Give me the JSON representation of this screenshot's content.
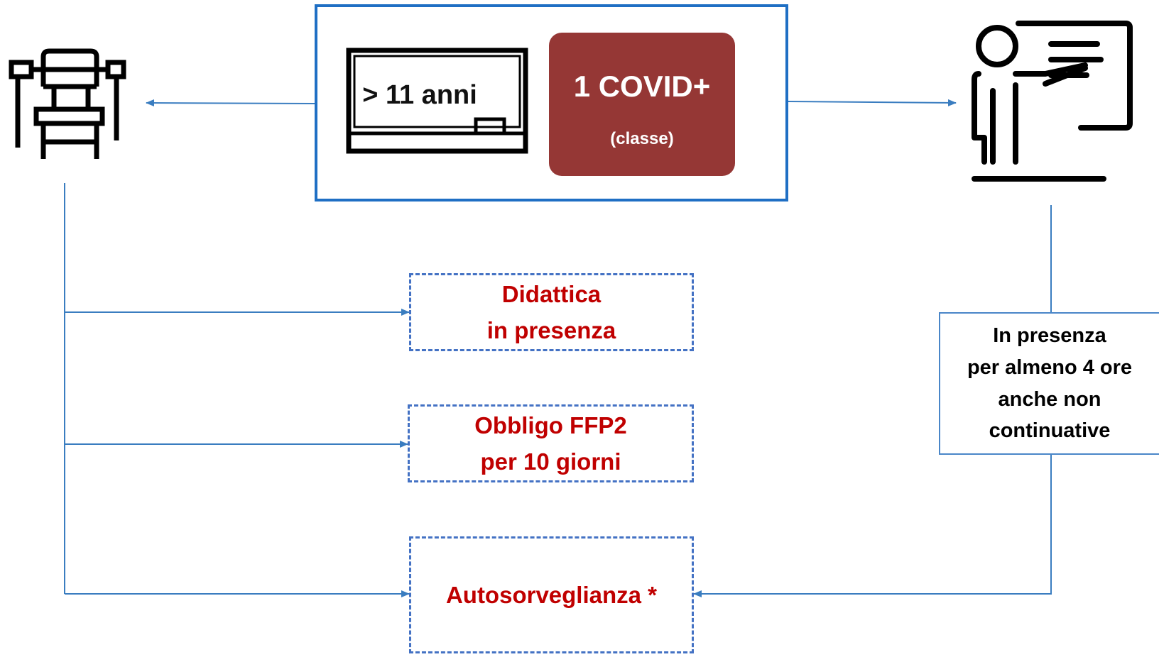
{
  "header": {
    "age_label": "> 11 anni",
    "covid_label": "1 COVID+",
    "covid_sub": "(classe)"
  },
  "boxes": {
    "didattica": [
      "Didattica",
      "in presenza"
    ],
    "ffp2": [
      "Obbligo FFP2",
      "per 10 giorni"
    ],
    "autosorveglianza": "Autosorveglianza *"
  },
  "teacher_note": [
    "In presenza",
    "per almeno 4 ore",
    "anche non",
    "continuative"
  ],
  "icons": {
    "left": "school-desk-chair-icon",
    "right": "teacher-at-board-icon",
    "board": "blackboard-icon"
  },
  "colors": {
    "frame": "#1f6fc4",
    "connector": "#3a7dc0",
    "covid_fill": "#953735",
    "dashed_border": "#4472c4",
    "outcome_text": "#c00000"
  }
}
